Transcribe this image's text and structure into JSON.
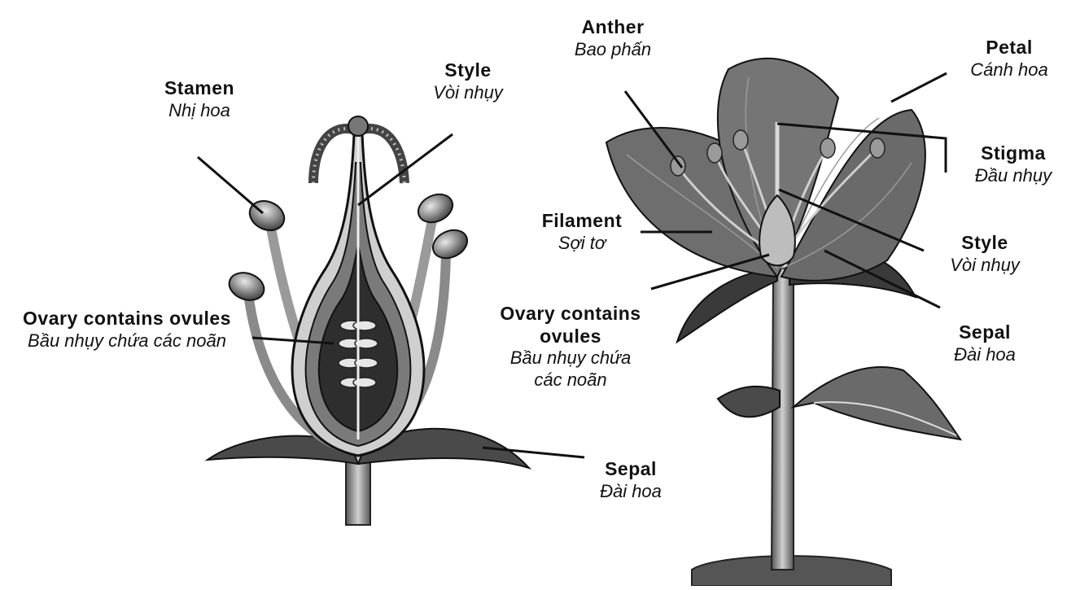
{
  "labels": {
    "stamen": {
      "en": "Stamen",
      "vi": "Nhị hoa"
    },
    "style_left": {
      "en": "Style",
      "vi": "Vòi nhụy"
    },
    "ovary_left": {
      "en": "Ovary contains ovules",
      "vi": "Bầu nhụy chứa các noãn"
    },
    "sepal_left": {
      "en": "Sepal",
      "vi": "Đài hoa"
    },
    "anther": {
      "en": "Anther",
      "vi": "Bao phấn"
    },
    "petal": {
      "en": "Petal",
      "vi": "Cánh hoa"
    },
    "stigma": {
      "en": "Stigma",
      "vi": "Đầu nhụy"
    },
    "filament": {
      "en": "Filament",
      "vi": "Sợi tơ"
    },
    "style_right": {
      "en": "Style",
      "vi": "Vòi nhụy"
    },
    "ovary_right": {
      "en_line1": "Ovary contains",
      "en_line2": "ovules",
      "vi_line1": "Bầu nhụy chứa",
      "vi_line2": "các noãn"
    },
    "sepal_right": {
      "en": "Sepal",
      "vi": "Đài hoa"
    }
  },
  "colors": {
    "ink": "#111111",
    "petal_fill": "#6e6e6e",
    "leaf_fill": "#4a4a4a",
    "ovary_fill": "#3a3a3a",
    "light_part": "#bdbdbd"
  }
}
